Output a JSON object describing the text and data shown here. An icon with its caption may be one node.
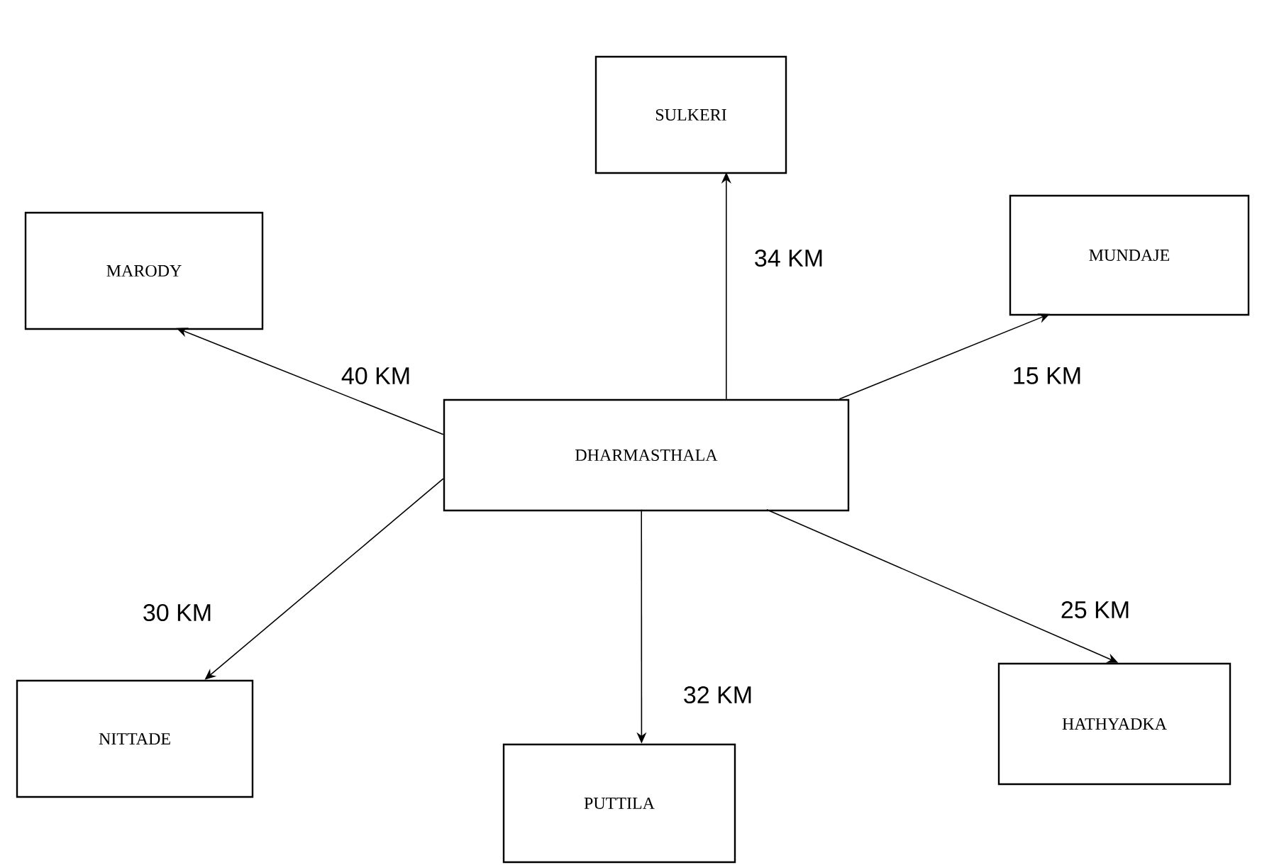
{
  "diagram": {
    "nodes": [
      {
        "text": [
          "DHARMASTHALA"
        ]
      },
      {
        "text": [
          "SULKERI"
        ]
      },
      {
        "text": [
          "MARODY"
        ]
      },
      {
        "text": [
          "MUNDAJE"
        ]
      },
      {
        "text": [
          "NITTADE"
        ]
      },
      {
        "text": [
          "PUTTILA"
        ]
      },
      {
        "text": [
          "HATHYADKA"
        ]
      }
    ],
    "edges": [
      {
        "from": 0,
        "to": 1,
        "arrow": "to",
        "label": "34 KM"
      },
      {
        "from": 0,
        "to": 2,
        "arrow": "to",
        "label": "40 KM"
      },
      {
        "from": 0,
        "to": 3,
        "arrow": "to",
        "label": "15 KM"
      },
      {
        "from": 0,
        "to": 4,
        "arrow": "to",
        "label": "30 KM"
      },
      {
        "from": 0,
        "to": 5,
        "arrow": "to",
        "label": "32 KM"
      },
      {
        "from": 0,
        "to": 6,
        "arrow": "to",
        "label": "25 KM"
      }
    ]
  }
}
